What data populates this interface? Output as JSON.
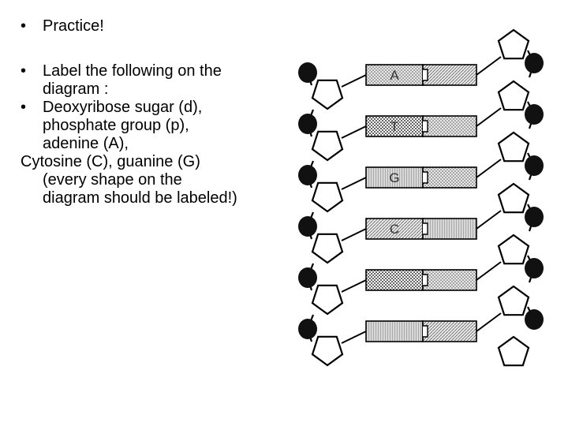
{
  "slide": {
    "bullets": [
      {
        "marker": "•",
        "lines": [
          "Practice!"
        ]
      },
      {
        "marker": "•",
        "lines": [
          "Label the following on the",
          "diagram :"
        ]
      },
      {
        "marker": "•",
        "lines": [
          "Deoxyribose sugar (d),",
          "phosphate group (p),",
          "adenine (A),"
        ]
      }
    ],
    "tail_lines": [
      "Cytosine (C), guanine (G)",
      "(every shape on the",
      "diagram should be labeled!)"
    ]
  },
  "diagram": {
    "base_labels": [
      "A",
      "T",
      "G",
      "C",
      "",
      ""
    ],
    "colors": {
      "outline": "#000000",
      "base_fill": "#d0d0d0",
      "phosphate": "#111111"
    }
  }
}
